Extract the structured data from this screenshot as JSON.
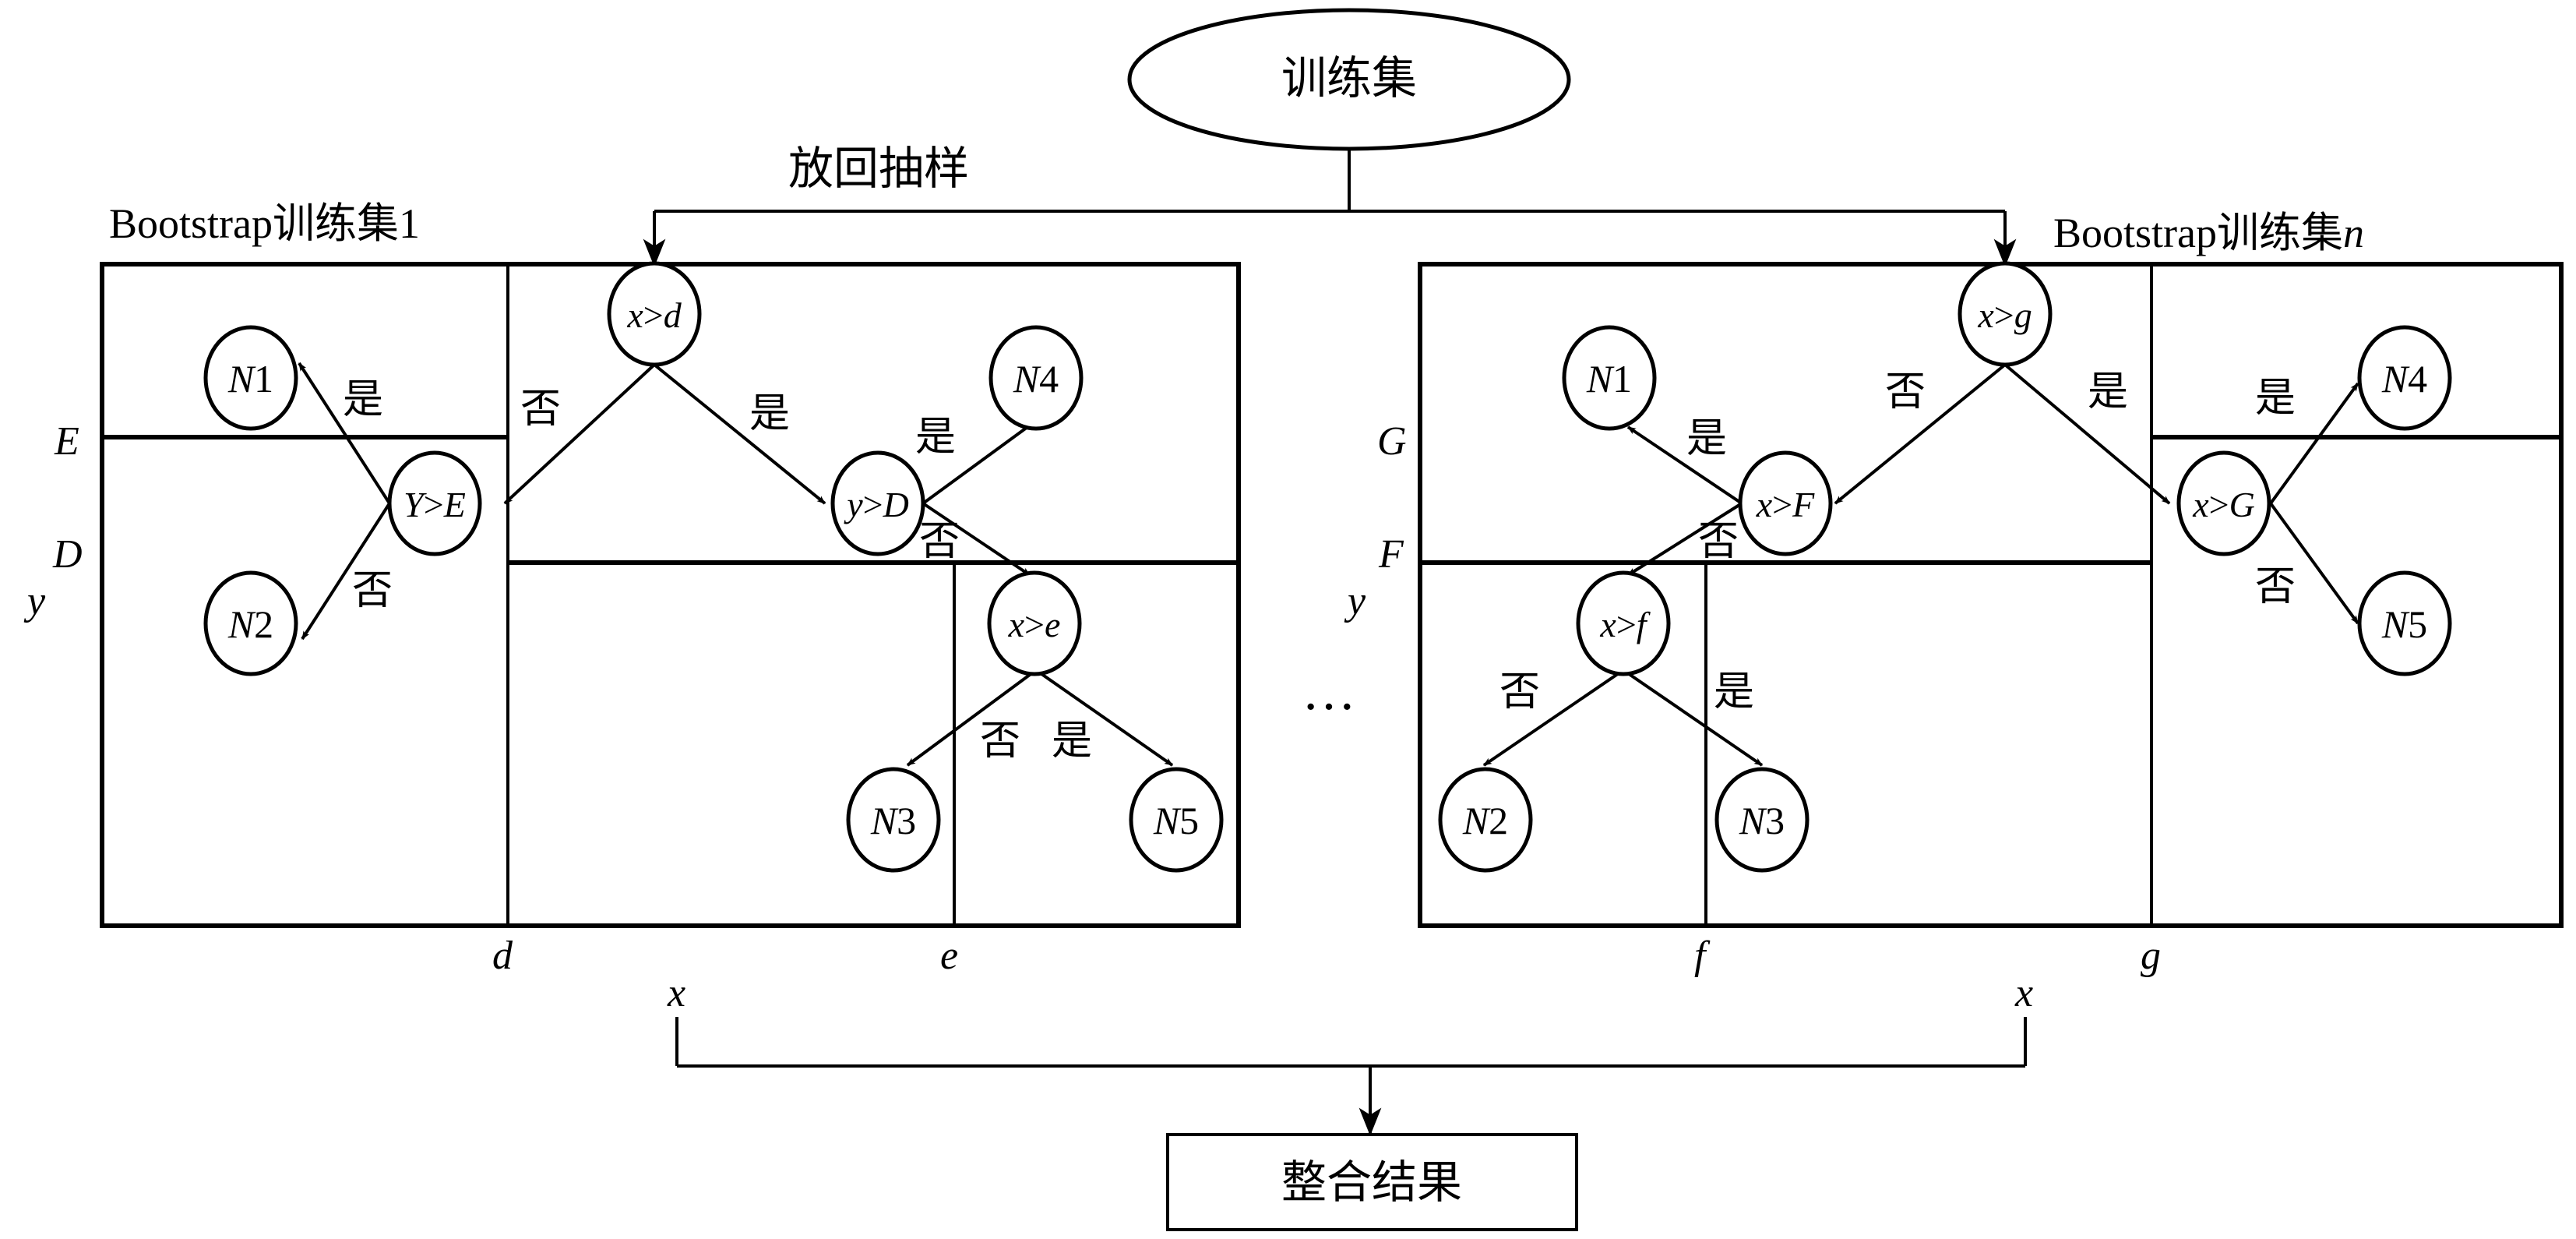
{
  "top": {
    "root_label": "训练集",
    "sampling_label": "放回抽样",
    "result_label": "整合结果"
  },
  "ellipsis": "···",
  "left_box": {
    "title_prefix": "Bootstrap训练集",
    "title_suffix": "1",
    "axis": {
      "x_label": "x",
      "y_label": "y",
      "x_ticks": [
        "d",
        "e"
      ],
      "y_ticks": [
        "E",
        "D"
      ]
    },
    "nodes": {
      "root": {
        "var": "x",
        "op": ">",
        "thr": "d"
      },
      "left": {
        "var": "Y",
        "op": ">",
        "thr": "E"
      },
      "right": {
        "var": "y",
        "op": ">",
        "thr": "D"
      },
      "rightsub": {
        "var": "x",
        "op": ">",
        "thr": "e"
      },
      "N1": {
        "letter": "N",
        "num": "1"
      },
      "N2": {
        "letter": "N",
        "num": "2"
      },
      "N3": {
        "letter": "N",
        "num": "3"
      },
      "N4": {
        "letter": "N",
        "num": "4"
      },
      "N5": {
        "letter": "N",
        "num": "5"
      }
    },
    "edge_labels": {
      "root_no": "否",
      "root_yes": "是",
      "left_yes": "是",
      "left_no": "否",
      "right_yes": "是",
      "right_no": "否",
      "sub_no": "否",
      "sub_yes": "是"
    }
  },
  "right_box": {
    "title_prefix": "Bootstrap训练集",
    "title_suffix": "n",
    "axis": {
      "x_label": "x",
      "y_label": "y",
      "x_ticks": [
        "f",
        "g"
      ],
      "y_ticks": [
        "G",
        "F"
      ]
    },
    "nodes": {
      "root": {
        "var": "x",
        "op": ">",
        "thr": "g"
      },
      "left": {
        "var": "x",
        "op": ">",
        "thr": "F"
      },
      "right": {
        "var": "x",
        "op": ">",
        "thr": "G"
      },
      "leftsub": {
        "var": "x",
        "op": ">",
        "thr": "f"
      },
      "N1": {
        "letter": "N",
        "num": "1"
      },
      "N2": {
        "letter": "N",
        "num": "2"
      },
      "N3": {
        "letter": "N",
        "num": "3"
      },
      "N4": {
        "letter": "N",
        "num": "4"
      },
      "N5": {
        "letter": "N",
        "num": "5"
      }
    },
    "edge_labels": {
      "root_no": "否",
      "root_yes": "是",
      "left_yes": "是",
      "left_no": "否",
      "right_yes": "是",
      "right_no": "否",
      "sub_no": "否",
      "sub_yes": "是"
    }
  }
}
